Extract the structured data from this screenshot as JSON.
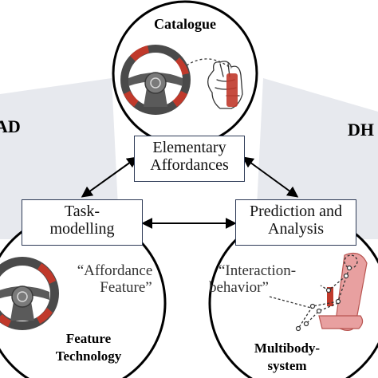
{
  "top_circle": {
    "label": "Catalogue"
  },
  "center_box": {
    "line1": "Elementary",
    "line2": "Affordances"
  },
  "left_box": {
    "line1": "Task-",
    "line2": "modelling"
  },
  "right_box": {
    "line1": "Prediction and",
    "line2": "Analysis"
  },
  "left_circle": {
    "quote_line1": "“Affordance",
    "quote_line2": "Feature”",
    "label_line1": "Feature",
    "label_line2": "Technology"
  },
  "right_circle": {
    "quote_line1": "“Interaction-",
    "quote_line2": "behavior”",
    "label_line1": "Multibody-",
    "label_line2": "system"
  },
  "edge_labels": {
    "left": "AD",
    "right": "DH"
  },
  "colors": {
    "circle_stroke": "#000000",
    "box_stroke": "#2e3b57",
    "accent_red": "#c0392b",
    "wheel_dark": "#4a4a4a",
    "band_gray": "#e7e9ee"
  }
}
